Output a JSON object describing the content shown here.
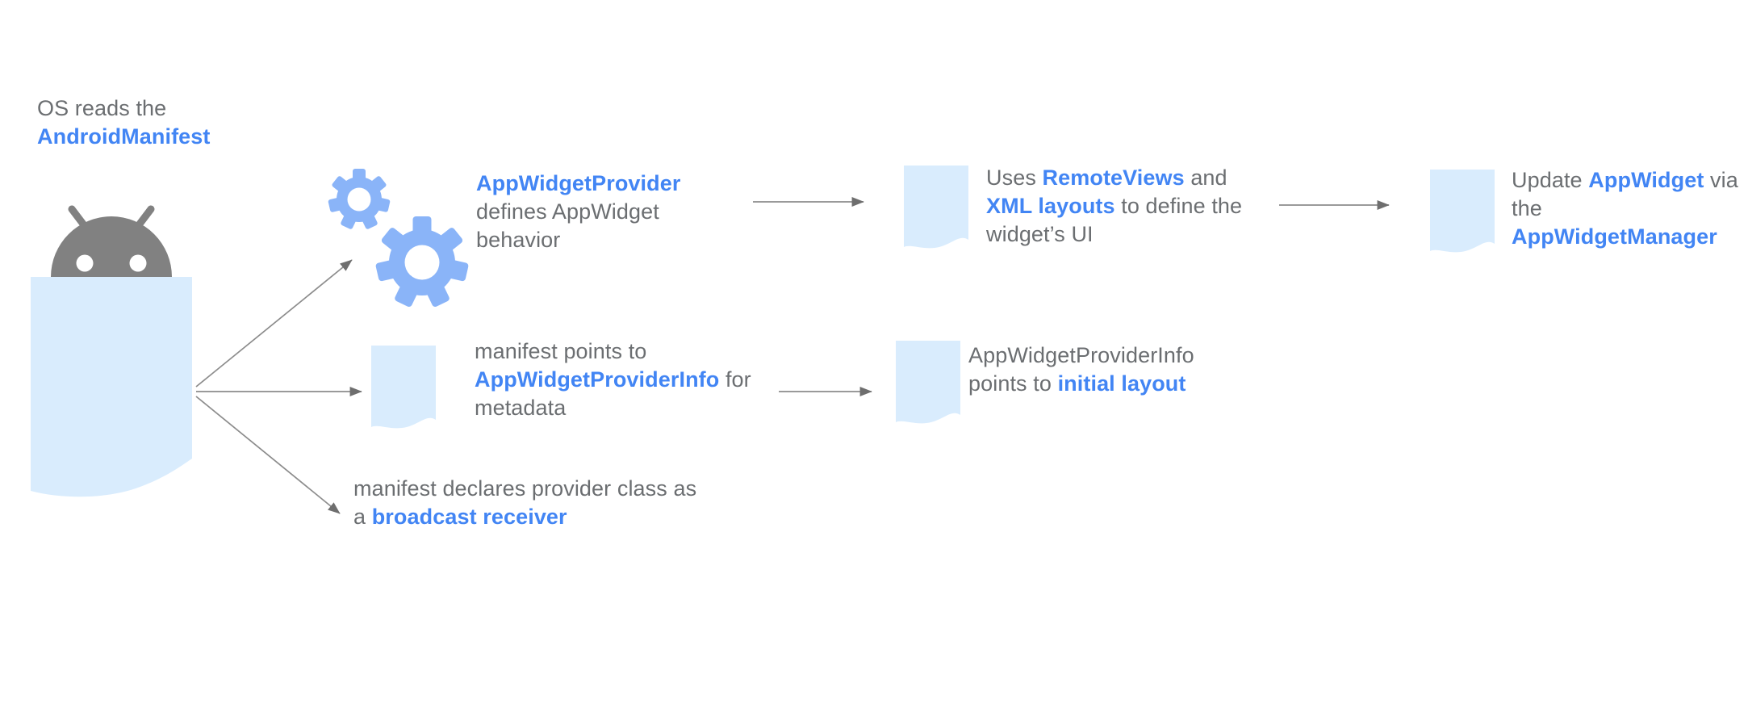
{
  "colors": {
    "blue": "#4285f4",
    "gray": "#6b6e71",
    "doc_fill": "#d9ecfd",
    "gear_blue": "#8ab4f8",
    "robot_gray": "#818181",
    "arrow": "#8c8c8c",
    "arrowhead": "#6e6e6e"
  },
  "icons": {
    "robot": "android-robot-icon",
    "manifest_document": "manifest-document-icon",
    "gears": "settings-gears-icon",
    "document": "document-page-icon",
    "arrow": "flow-arrow"
  },
  "nodes": {
    "os_reads": {
      "lines": [
        [
          {
            "t": "OS reads the",
            "b": false
          }
        ],
        [
          {
            "t": "AndroidManifest",
            "b": true
          }
        ]
      ]
    },
    "provider_behavior": {
      "lines": [
        [
          {
            "t": "AppWidgetProvider",
            "b": true
          }
        ],
        [
          {
            "t": "defines AppWidget",
            "b": false
          }
        ],
        [
          {
            "t": "behavior",
            "b": false
          }
        ]
      ]
    },
    "remoteviews": {
      "lines": [
        [
          {
            "t": "Uses ",
            "b": false
          },
          {
            "t": "RemoteViews",
            "b": true
          },
          {
            "t": " and",
            "b": false
          }
        ],
        [
          {
            "t": "XML layouts",
            "b": true
          },
          {
            "t": " to define the",
            "b": false
          }
        ],
        [
          {
            "t": "widget’s UI",
            "b": false
          }
        ]
      ]
    },
    "update_manager": {
      "lines": [
        [
          {
            "t": "Update ",
            "b": false
          },
          {
            "t": "AppWidget",
            "b": true
          },
          {
            "t": " via",
            "b": false
          }
        ],
        [
          {
            "t": "the",
            "b": false
          }
        ],
        [
          {
            "t": "AppWidgetManager",
            "b": true
          }
        ]
      ]
    },
    "manifest_points": {
      "lines": [
        [
          {
            "t": "manifest points to",
            "b": false
          }
        ],
        [
          {
            "t": "AppWidgetProviderInfo",
            "b": true
          },
          {
            "t": " for",
            "b": false
          }
        ],
        [
          {
            "t": "metadata",
            "b": false
          }
        ]
      ]
    },
    "provider_info": {
      "lines": [
        [
          {
            "t": "AppWidgetProviderInfo",
            "b": false
          }
        ],
        [
          {
            "t": "points to ",
            "b": false
          },
          {
            "t": "initial layout",
            "b": true
          }
        ]
      ]
    },
    "broadcast_receiver": {
      "lines": [
        [
          {
            "t": "manifest declares provider class as",
            "b": false
          }
        ],
        [
          {
            "t": "a ",
            "b": false
          },
          {
            "t": "broadcast receiver",
            "b": true
          }
        ]
      ]
    }
  }
}
